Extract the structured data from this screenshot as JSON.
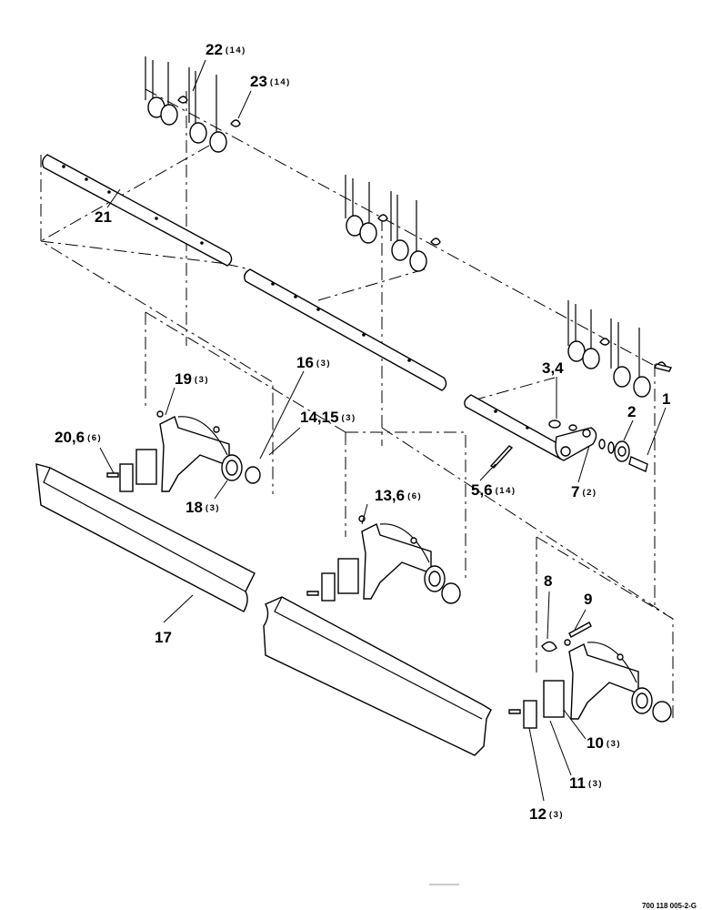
{
  "callouts": [
    {
      "id": "c22",
      "num": "22",
      "qty": "(14)"
    },
    {
      "id": "c23",
      "num": "23",
      "qty": "(14)"
    },
    {
      "id": "c21",
      "num": "21",
      "qty": ""
    },
    {
      "id": "c19",
      "num": "19",
      "qty": "(3)"
    },
    {
      "id": "c16",
      "num": "16",
      "qty": "(3)"
    },
    {
      "id": "c3_4",
      "num": "3,4",
      "qty": ""
    },
    {
      "id": "c1",
      "num": "1",
      "qty": ""
    },
    {
      "id": "c2",
      "num": "2",
      "qty": ""
    },
    {
      "id": "c14_15",
      "num": "14,15",
      "qty": "(3)"
    },
    {
      "id": "c20_6",
      "num": "20,6",
      "qty": "(6)"
    },
    {
      "id": "c18",
      "num": "18",
      "qty": "(3)"
    },
    {
      "id": "c5_6",
      "num": "5,6",
      "qty": "(14)"
    },
    {
      "id": "c7",
      "num": "7",
      "qty": "(2)"
    },
    {
      "id": "c13_6",
      "num": "13,6",
      "qty": "(6)"
    },
    {
      "id": "c8",
      "num": "8",
      "qty": ""
    },
    {
      "id": "c9",
      "num": "9",
      "qty": ""
    },
    {
      "id": "c17",
      "num": "17",
      "qty": ""
    },
    {
      "id": "c10",
      "num": "10",
      "qty": "(3)"
    },
    {
      "id": "c11",
      "num": "11",
      "qty": "(3)"
    },
    {
      "id": "c12",
      "num": "12",
      "qty": "(3)"
    }
  ],
  "drawing_code": "700 118 005-2-G"
}
